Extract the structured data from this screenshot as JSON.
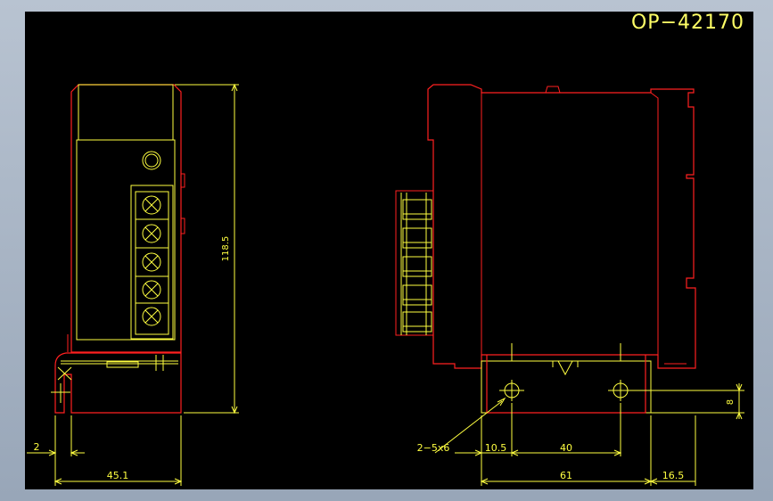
{
  "drawing": {
    "title": "OP−42170",
    "colors": {
      "background": "#000000",
      "outline": "#ff2020",
      "detail": "#ffff40"
    }
  },
  "dimensions": {
    "height": "118.5",
    "offset_left": "2",
    "width_front": "45.1",
    "hole_spec": "2−5x6",
    "hole_offset": "10.5",
    "hole_pitch": "40",
    "side_width": "61",
    "rail_extension": "16.5",
    "hole_height": "8"
  }
}
